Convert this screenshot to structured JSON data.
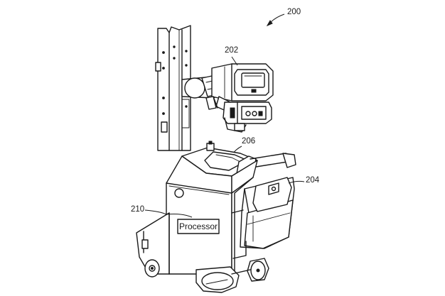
{
  "figure": {
    "ref_system": "200",
    "ref_tube_head": "202",
    "ref_detector": "204",
    "ref_display": "206",
    "ref_processor": "210",
    "processor_label": "Processor"
  }
}
